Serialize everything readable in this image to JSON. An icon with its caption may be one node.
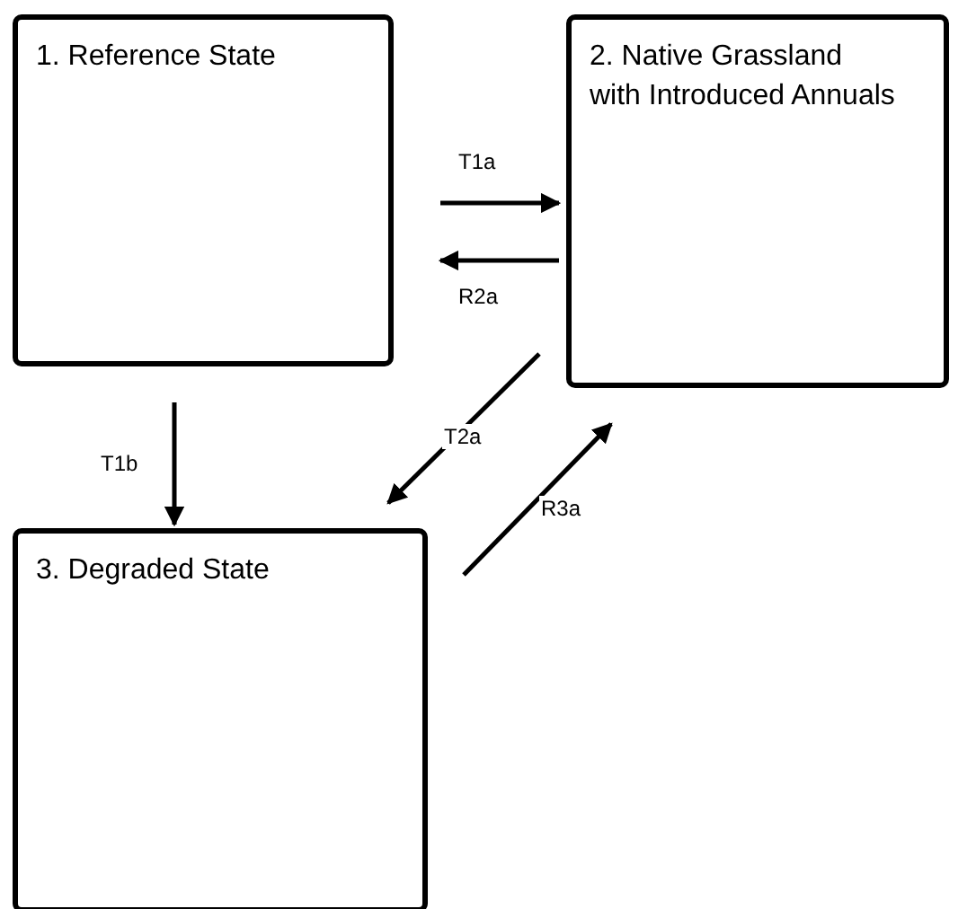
{
  "diagram": {
    "nodes": [
      {
        "text": [
          "1. Reference State"
        ]
      },
      {
        "text": [
          "2. Native Grassland with Introduced Annuals"
        ]
      },
      {
        "text": [
          "3. Degraded State"
        ]
      }
    ],
    "edges": [
      {
        "from": 0,
        "to": 1,
        "arrow": "to",
        "label": "T1a"
      },
      {
        "from": 1,
        "to": 0,
        "arrow": "to",
        "label": "R2a"
      },
      {
        "from": 0,
        "to": 2,
        "arrow": "to",
        "label": "T1b"
      },
      {
        "from": 1,
        "to": 2,
        "arrow": "to",
        "label": "T2a"
      },
      {
        "from": 2,
        "to": 1,
        "arrow": "to",
        "label": "R3a"
      }
    ]
  }
}
